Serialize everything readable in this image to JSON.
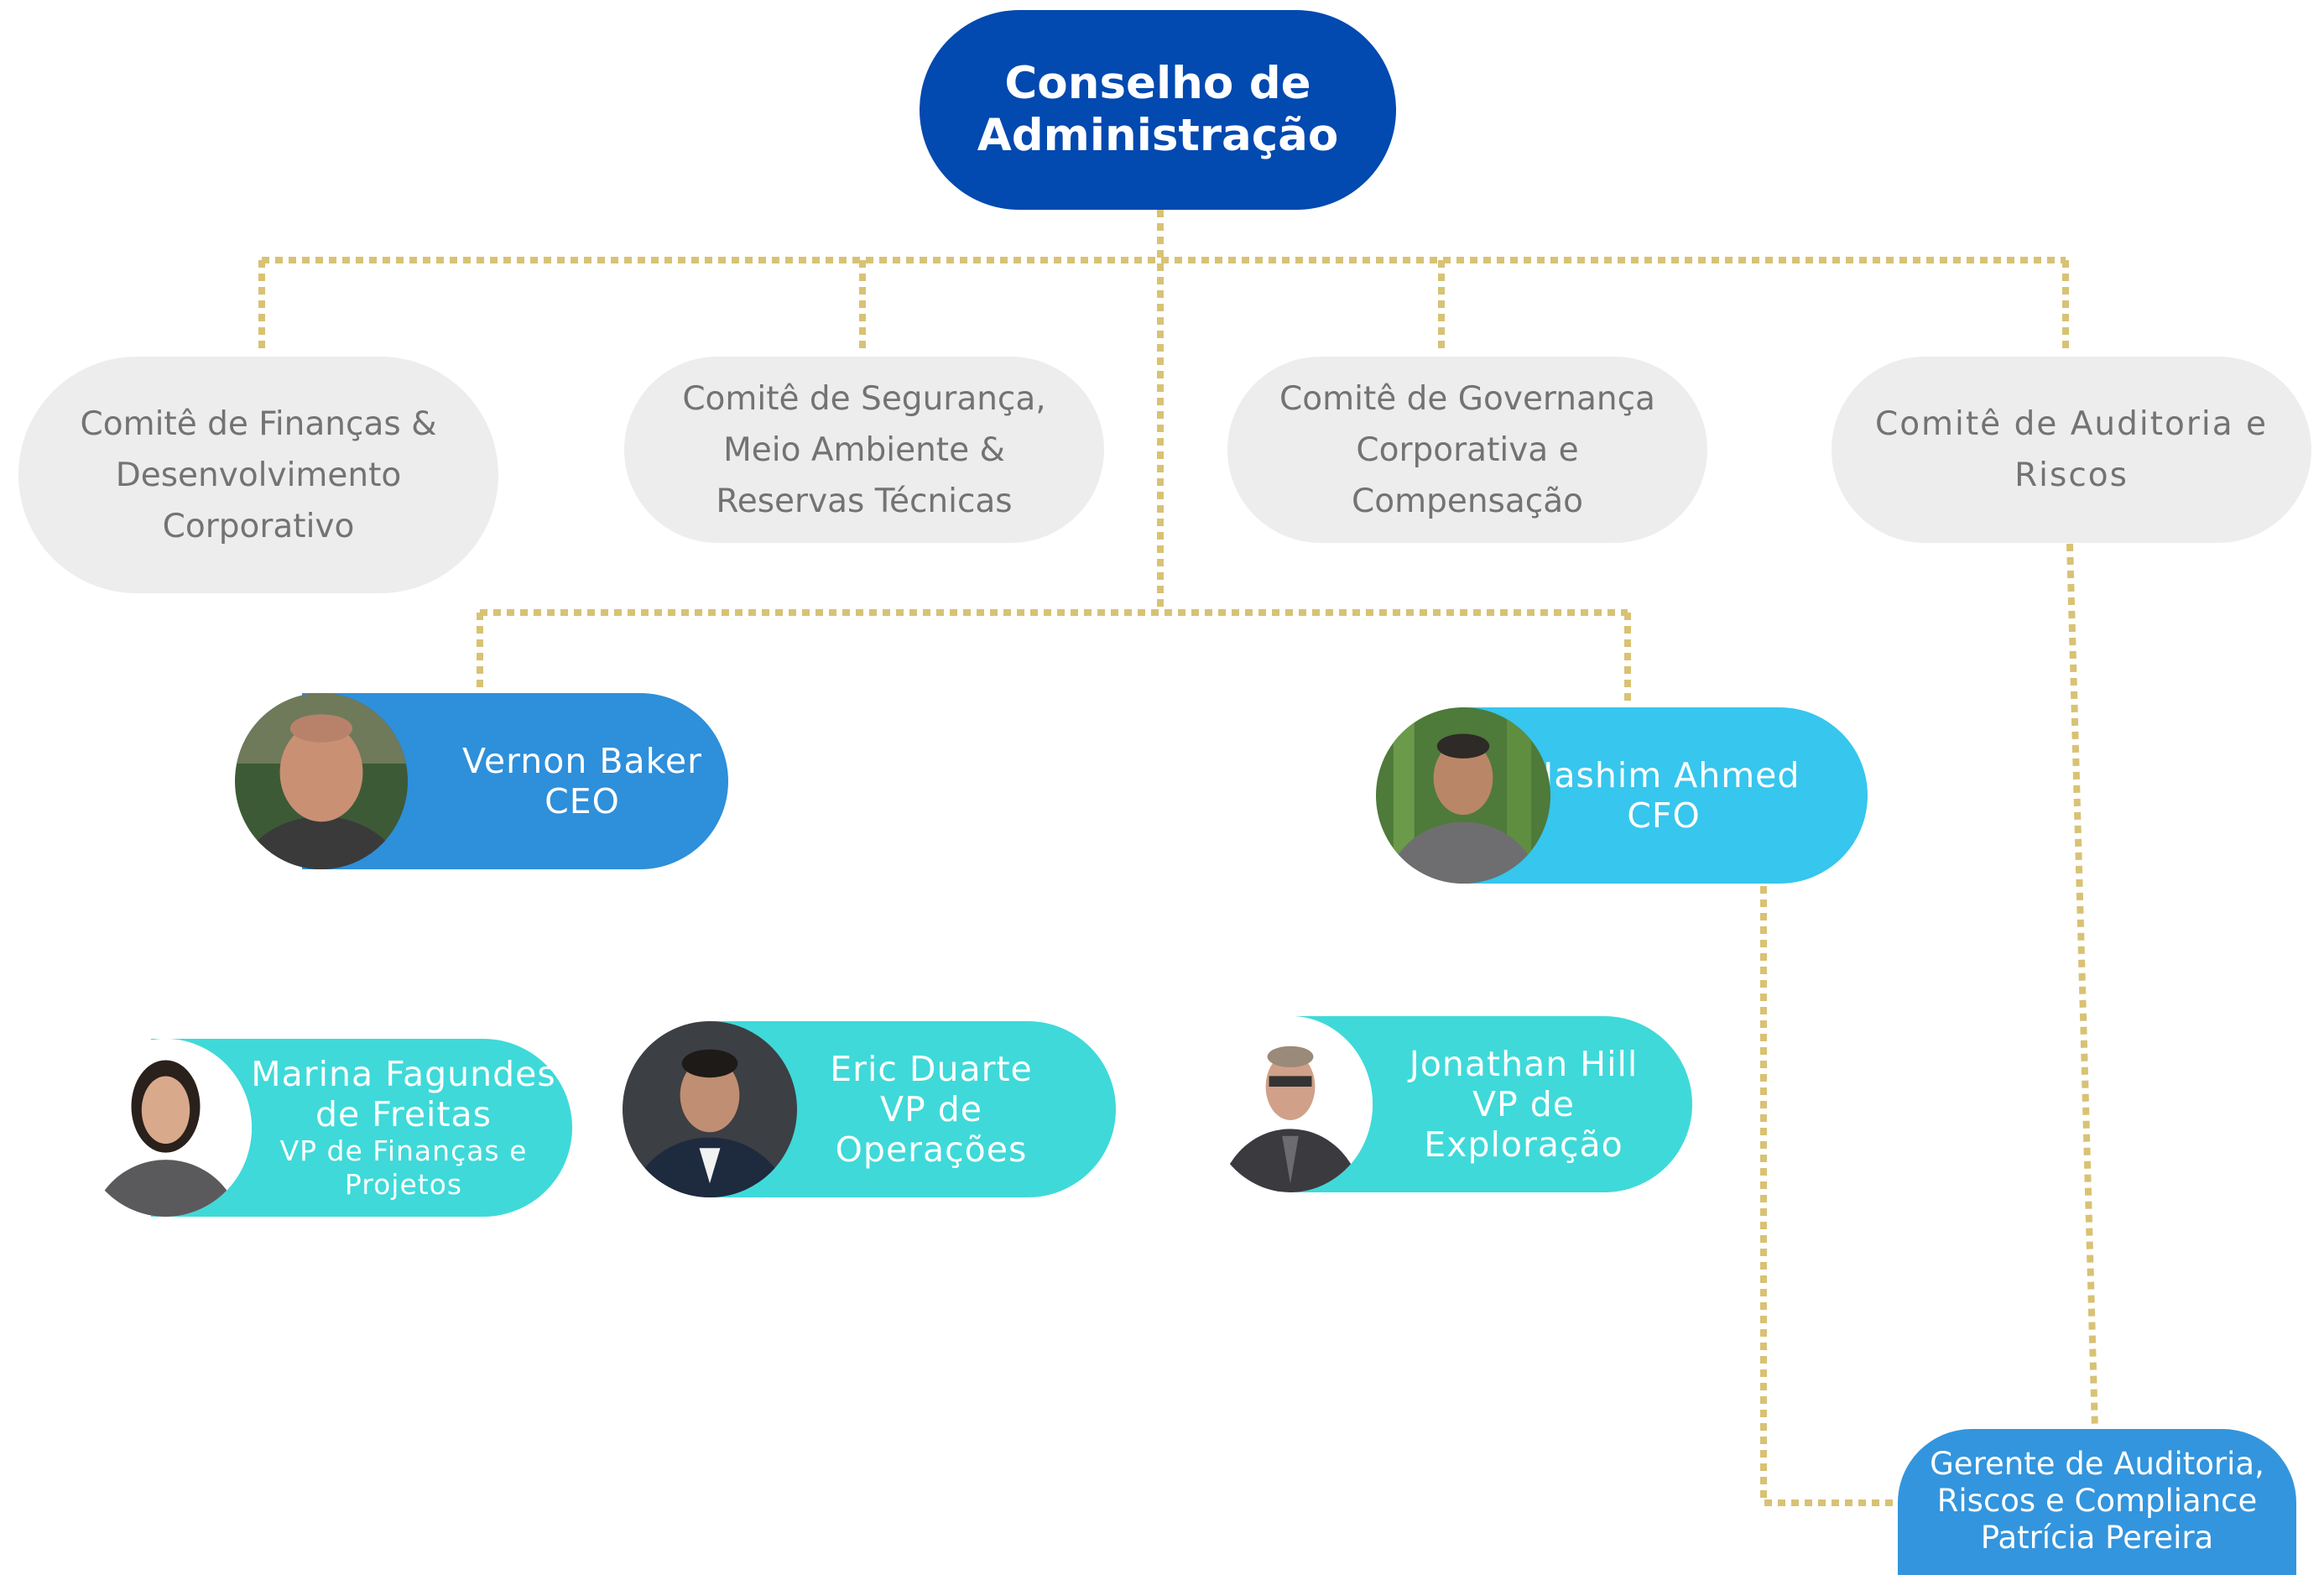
{
  "board": {
    "title_line1": "Conselho de",
    "title_line2": "Administração"
  },
  "committees": [
    {
      "lines": [
        "Comitê de Finanças &",
        "Desenvolvimento",
        "Corporativo"
      ]
    },
    {
      "lines": [
        "Comitê de Segurança,",
        "Meio Ambiente &",
        "Reservas Técnicas"
      ]
    },
    {
      "lines": [
        "Comitê de Governança",
        "Corporativa e",
        "Compensação"
      ]
    },
    {
      "lines": [
        "Comitê de Auditoria e",
        "Riscos"
      ]
    }
  ],
  "executives": {
    "ceo": {
      "name": "Vernon Baker",
      "role": "CEO"
    },
    "cfo": {
      "name": "Hashim Ahmed",
      "role": "CFO"
    }
  },
  "vps": [
    {
      "name_line1": "Marina Fagundes",
      "name_line2": "de Freitas",
      "role_line1": "VP de Finanças e",
      "role_line2": "Projetos"
    },
    {
      "name_line1": "Eric Duarte",
      "role_line1": "VP de",
      "role_line2": "Operações"
    },
    {
      "name_line1": "Jonathan Hill",
      "role_line1": "VP de",
      "role_line2": "Exploração"
    }
  ],
  "manager": {
    "lines": [
      "Gerente de Auditoria,",
      "Riscos e Compliance",
      "Patrícia Pereira"
    ]
  },
  "colors": {
    "board": "#0249B0",
    "committee_bg": "#EDEDED",
    "committee_text": "#737373",
    "ceo": "#2E8FDA",
    "cfo": "#36C6EE",
    "vp": "#3FD9D9",
    "manager": "#3395DD",
    "connector": "#D8C274"
  }
}
